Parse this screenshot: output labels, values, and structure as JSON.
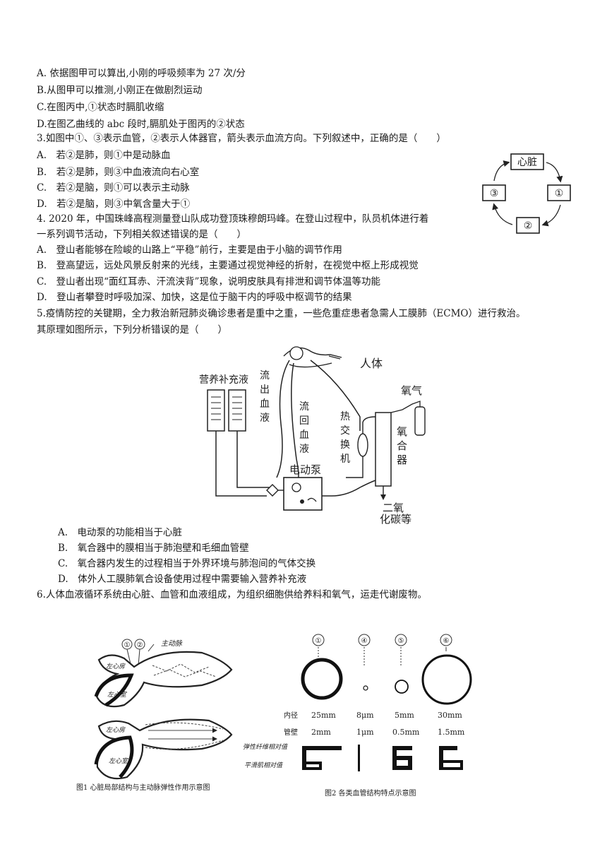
{
  "q2_options": [
    "A. 依据图甲可以算出,小刚的呼吸频率为 27 次/分",
    "B.从图甲可以推测,小刚正在做剧烈运动",
    "C.在图丙中,①状态时膈肌收缩",
    "D.在图乙曲线的 abc 段时,膈肌处于图丙的②状态"
  ],
  "q3": {
    "stem": "3.如图中①、③表示血管，②表示人体器官，箭头表示血流方向。下列叙述中，正确的是（　　）",
    "options": [
      "A.　若②是肺，则①中是动脉血",
      "B.　若②是肺，则③中血液流向右心室",
      "C.　若②是脑，则①可以表示主动脉",
      "D.　若②是脑，则③中氧含量大于①"
    ],
    "diagram": {
      "heart": "心脏",
      "n1": "①",
      "n2": "②",
      "n3": "③"
    }
  },
  "q4": {
    "stem1": "4. 2020 年，中国珠峰高程测量登山队成功登顶珠穆朗玛峰。在登山过程中，队员机体进行着",
    "stem2": "一系列调节活动，下列相关叙述错误的是（　　）",
    "options": [
      "A.　登山者能够在险峻的山路上“平稳”前行，主要是由于小脑的调节作用",
      "B.　登高望远，远处风景反射来的光线，主要通过视觉神经的折射，在视觉中枢上形成视觉",
      "C.　登山者出现“面红耳赤、汗流浃背”现象，说明皮肤具有排泄和调节体温等功能",
      "D.　登山者攀登时呼吸加深、加快，这是位于脑干内的呼吸中枢调节的结果"
    ]
  },
  "q5": {
    "stem1": "5.疫情防控的关键期，全力救治新冠肺炎确诊患者是重中之重，一些危重症患者急需人工膜肺（ECMO）进行救治。",
    "stem2": "其原理如图所示，下列分析错误的是（　　）",
    "diagram": {
      "nutrient": "营养补充液",
      "outflow": [
        "流",
        "出",
        "血",
        "液"
      ],
      "backflow": [
        "流",
        "回",
        "血",
        "液"
      ],
      "human": "人体",
      "exchanger": [
        "热",
        "交",
        "换",
        "机"
      ],
      "oxygen": "氧气",
      "oxygenator": [
        "氧",
        "合",
        "器"
      ],
      "pump": "电动泵",
      "co2_1": "二氧",
      "co2_2": "化碳等"
    },
    "options": [
      "A.　电动泵的功能相当于心脏",
      "B.　氧合器中的膜相当于肺泡壁和毛细血管壁",
      "C.　氧合器内发生的过程相当于外界环境与肺泡间的气体交换",
      "D.　体外人工膜肺氧合设备使用过程中需要输入营养补充液"
    ]
  },
  "q6": {
    "stem": "6.人体血液循环系统由心脏、血管和血液组成，为组织细胞供给养料和氧气，运走代谢废物。",
    "fig1": {
      "n1": "①",
      "n2": "②",
      "aorta": "主动脉",
      "la": "左心房",
      "lv": "左心室",
      "caption": "图1 心脏局部结构与主动脉弹性作用示意图"
    },
    "fig2": {
      "nums": [
        "①",
        "④",
        "⑤",
        "⑥"
      ],
      "row_inner_label": "内径",
      "inner": [
        "25mm",
        "8μm",
        "5mm",
        "30mm"
      ],
      "row_wall_label": "管壁",
      "wall": [
        "2mm",
        "1μm",
        "0.5mm",
        "1.5mm"
      ],
      "legend1": "弹性纤维相对值",
      "legend2": "平滑肌相对值",
      "caption": "图2 各类血管结构特点示意图"
    }
  }
}
